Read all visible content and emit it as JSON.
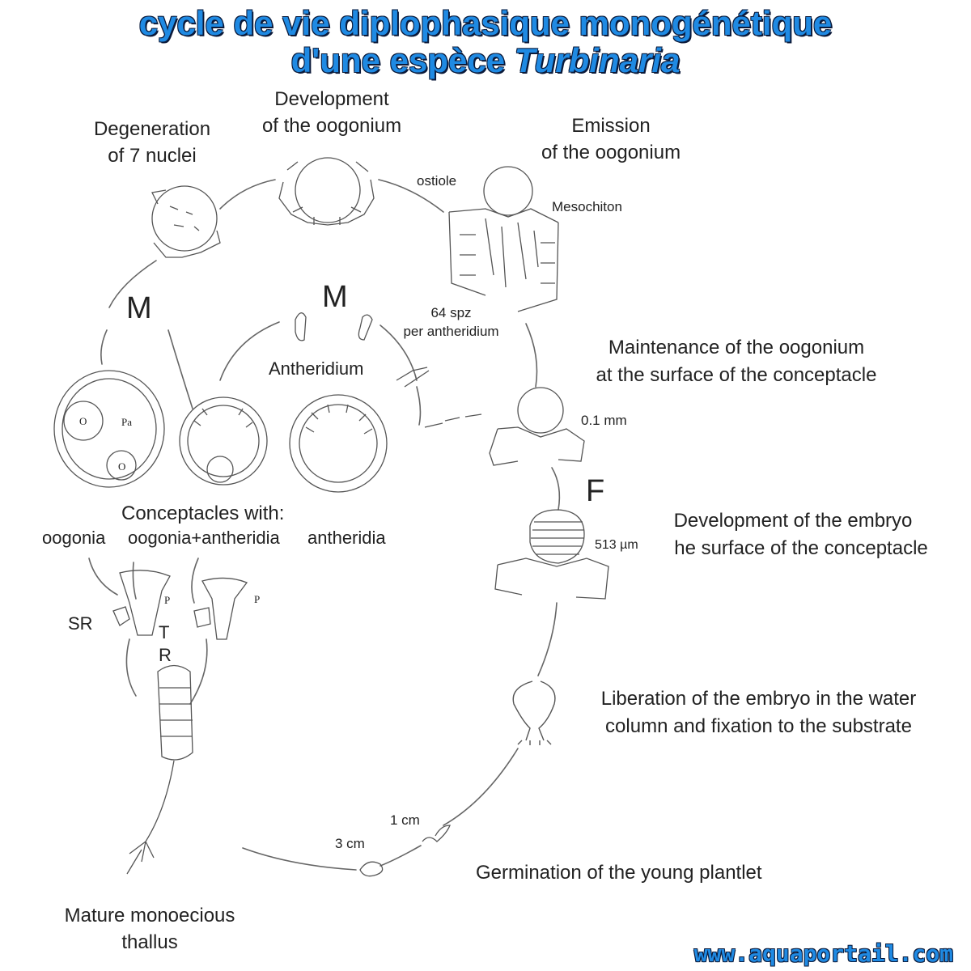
{
  "title": {
    "line1": "cycle de vie diplophasique monogénétique",
    "line2_prefix": "d'une espèce ",
    "line2_italic": "Turbinaria"
  },
  "stages": {
    "degeneration": [
      "Degeneration",
      "of 7 nuclei"
    ],
    "development_oogonium": [
      "Development",
      "of the oogonium"
    ],
    "emission": [
      "Emission",
      "of the oogonium"
    ],
    "maintenance": [
      "Maintenance of the oogonium",
      "at the surface of the conceptacle"
    ],
    "development_embryo": [
      "Development of the embryo",
      "he surface of the conceptacle"
    ],
    "liberation": [
      "Liberation of the embryo in the water",
      "column and fixation to the substrate"
    ],
    "germination": "Germination of the young plantlet",
    "mature": [
      "Mature monoecious",
      "thallus"
    ],
    "conceptacles_heading": "Conceptacles with:",
    "conceptacle_types": [
      "oogonia",
      "oogonia+antheridia",
      "antheridia"
    ]
  },
  "annotations": {
    "ostiole": "ostiole",
    "mesochiton": "Mesochiton",
    "spz": [
      "64 spz",
      "per antheridium"
    ],
    "antheridium": "Antheridium",
    "scale_01mm": "0.1 mm",
    "scale_513um": "513 µm",
    "scale_1cm": "1 cm",
    "scale_3cm": "3 cm",
    "sr": "SR",
    "t": "T",
    "r": "R",
    "p1": "P",
    "p2": "P",
    "o1": "O",
    "o2": "O",
    "pa": "Pa"
  },
  "phases": {
    "m_left": "M",
    "m_center": "M",
    "f": "F"
  },
  "footer": "www.aquaportail.com",
  "colors": {
    "title_blue": "#1f8ae3",
    "title_outline": "#0b1a3a",
    "line": "#666666"
  }
}
